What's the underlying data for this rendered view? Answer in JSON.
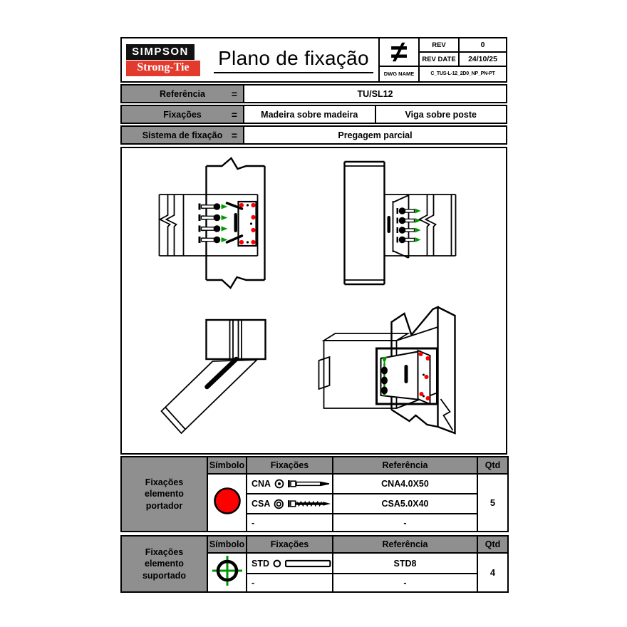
{
  "colors": {
    "brand_red": "#e23b2e",
    "symbol_red": "#ff0000",
    "drawing_green": "#009900",
    "panel_gray": "#8f8f8f"
  },
  "header": {
    "logo_line1": "SIMPSON",
    "logo_line2": "Strong-Tie",
    "title": "Plano de fixação",
    "not_equal_symbol": "≠",
    "rev_label": "REV",
    "rev_value": "0",
    "rev_date_label": "REV DATE",
    "rev_date_value": "24/10/25",
    "dwg_name_label": "DWG NAME",
    "dwg_name_value": "C_TUS-L-12_2D0_NP_PN-PT"
  },
  "info": {
    "equals_sign": "=",
    "rows": [
      {
        "label": "Referência",
        "values": [
          "TU/SL12"
        ]
      },
      {
        "label": "Fixações",
        "values": [
          "Madeira sobre madeira",
          "Viga sobre poste"
        ]
      },
      {
        "label": "Sistema de fixação",
        "values": [
          "Pregagem parcial"
        ]
      }
    ]
  },
  "drawings": {
    "views": [
      "front-view",
      "side-view",
      "plan-view",
      "isometric-view"
    ]
  },
  "fastener_tables": [
    {
      "group_label": "Fixações elemento portador",
      "symbol_icon": "red-filled-circle",
      "headers": {
        "symbol": "Símbolo",
        "fixings": "Fixações",
        "reference": "Referência",
        "qty": "Qtd"
      },
      "rows": [
        {
          "code": "CNA",
          "icon": "annular-ring-nail",
          "reference": "CNA4.0X50"
        },
        {
          "code": "CSA",
          "icon": "wood-screw",
          "reference": "CSA5.0X40"
        },
        {
          "code": "-",
          "icon": "",
          "reference": "-"
        }
      ],
      "qty": "5"
    },
    {
      "group_label": "Fixações elemento suportado",
      "symbol_icon": "green-crosshair-circle",
      "headers": {
        "symbol": "Símbolo",
        "fixings": "Fixações",
        "reference": "Referência",
        "qty": "Qtd"
      },
      "rows": [
        {
          "code": "STD",
          "icon": "smooth-dowel",
          "reference": "STD8"
        },
        {
          "code": "-",
          "icon": "",
          "reference": "-"
        }
      ],
      "qty": "4"
    }
  ]
}
